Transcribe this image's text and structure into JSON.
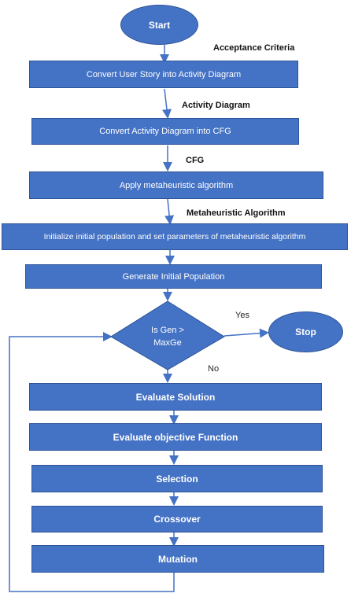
{
  "nodes": {
    "start": "Start",
    "convert_story": "Convert User Story into Activity Diagram",
    "convert_activity": "Convert Activity Diagram into CFG",
    "apply_meta": "Apply metaheuristic algorithm",
    "initialize": "Initialize initial population and set parameters of metaheuristic algorithm",
    "generate": "Generate Initial Population",
    "decision_line1": "Is Gen >",
    "decision_line2": "MaxGe",
    "stop": "Stop",
    "evaluate_solution": "Evaluate Solution",
    "evaluate_objective": "Evaluate objective Function",
    "selection": "Selection",
    "crossover": "Crossover",
    "mutation": "Mutation"
  },
  "edge_labels": {
    "acceptance": "Acceptance Criteria",
    "activity": "Activity Diagram",
    "cfg": "CFG",
    "meta": "Metaheuristic Algorithm",
    "yes": "Yes",
    "no": "No"
  }
}
